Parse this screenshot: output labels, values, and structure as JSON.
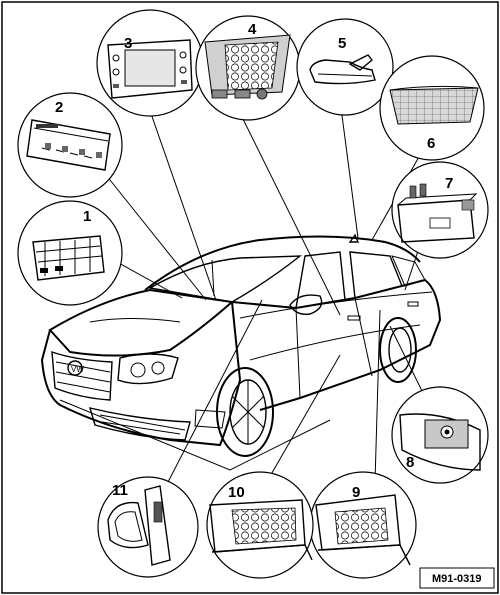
{
  "figure": {
    "reference": "M91-0319",
    "callouts": [
      {
        "id": "1",
        "label": "1"
      },
      {
        "id": "2",
        "label": "2"
      },
      {
        "id": "3",
        "label": "3"
      },
      {
        "id": "4",
        "label": "4"
      },
      {
        "id": "5",
        "label": "5"
      },
      {
        "id": "6",
        "label": "6"
      },
      {
        "id": "7",
        "label": "7"
      },
      {
        "id": "8",
        "label": "8"
      },
      {
        "id": "9",
        "label": "9"
      },
      {
        "id": "10",
        "label": "10"
      },
      {
        "id": "11",
        "label": "11"
      }
    ]
  }
}
